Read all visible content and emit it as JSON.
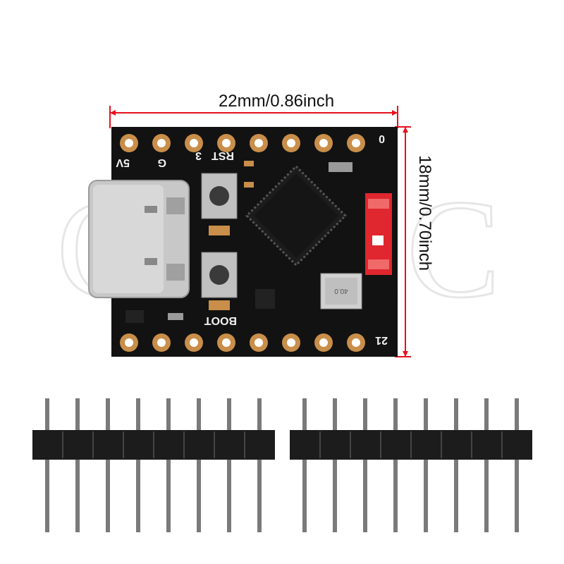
{
  "dimensions": {
    "width_label": "22mm/0.86inch",
    "height_label": "18mm/0.70inch"
  },
  "silkscreen": {
    "pin_5v": "5V",
    "pin_g": "G",
    "pin_3": "3",
    "pin_rst": "RST",
    "pin_0": "0",
    "pin_21": "21",
    "pin_boot": "BOOT",
    "crystal_mark": "40.0"
  },
  "watermark": "CWXC",
  "colors": {
    "pcb": "#111111",
    "pad_gold": "#c98e4a",
    "dimension_line": "#e8101e",
    "led_red": "#e0262e",
    "usb_silver": "#c8c8c8"
  },
  "pin_headers": {
    "count": 2,
    "pins_per_header": 8
  }
}
